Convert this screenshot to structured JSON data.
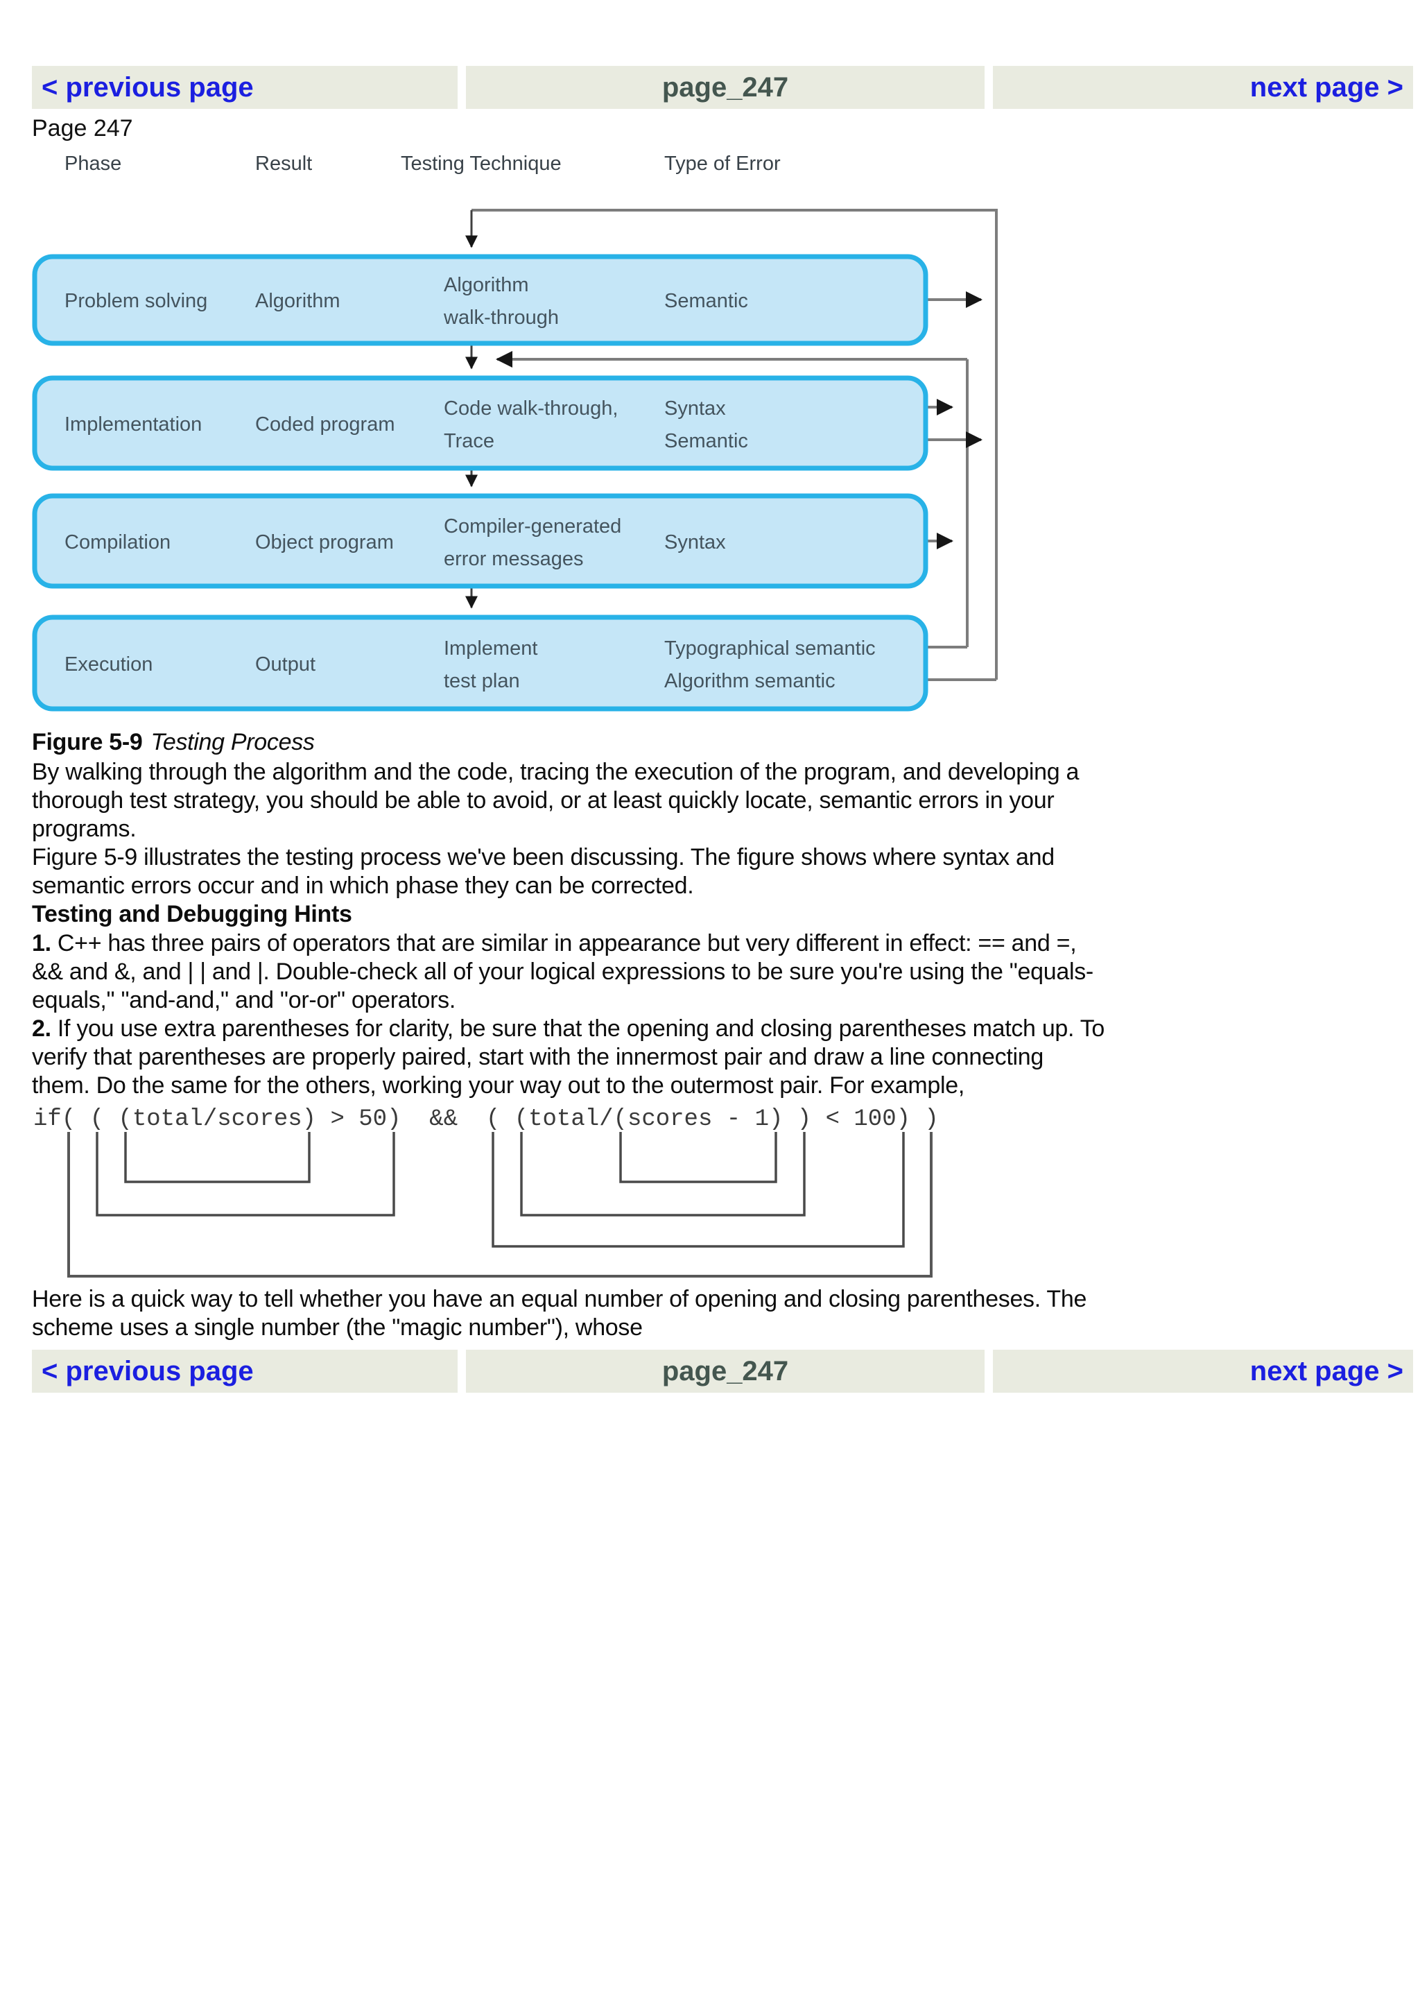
{
  "nav": {
    "previous": "< previous page",
    "page": "page_247",
    "next": "next page >"
  },
  "page_label": "Page 247",
  "figure": {
    "headers": [
      "Phase",
      "Result",
      "Testing Technique",
      "Type of Error"
    ],
    "rows": [
      {
        "phase": "Problem solving",
        "result": "Algorithm",
        "tech1": "Algorithm",
        "tech2": "walk-through",
        "err1": "Semantic",
        "err2": ""
      },
      {
        "phase": "Implementation",
        "result": "Coded program",
        "tech1": "Code walk-through,",
        "tech2": "Trace",
        "err1": "Syntax",
        "err2": "Semantic"
      },
      {
        "phase": "Compilation",
        "result": "Object program",
        "tech1": "Compiler-generated",
        "tech2": "error messages",
        "err1": "Syntax",
        "err2": ""
      },
      {
        "phase": "Execution",
        "result": "Output",
        "tech1": "Implement",
        "tech2": "test plan",
        "err1": "Typographical semantic",
        "err2": "Algorithm semantic"
      }
    ],
    "caption_label": "Figure 5-9",
    "caption_title": "Testing Process",
    "box_fill": "#c5e6f7",
    "box_border": "#28b2e7"
  },
  "body": {
    "para1": [
      "By walking through the algorithm and the code, tracing the execution of the program, and developing a",
      "thorough test strategy, you should be able to avoid, or at least quickly locate, semantic errors in your",
      "programs."
    ],
    "para2": [
      "Figure 5-9 illustrates the testing process we've been discussing. The figure shows where syntax and",
      "semantic errors occur and in which phase they can be corrected."
    ],
    "hints_heading": "Testing and Debugging Hints",
    "hint1_num": "1.",
    "hint1": [
      " C++ has three pairs of operators that are similar in appearance but very different in effect: == and =,",
      "&& and &, and | | and |. Double-check all of your logical expressions to be sure you're using the \"equals-",
      "equals,\" \"and-and,\" and \"or-or\" operators."
    ],
    "hint2_num": "2.",
    "hint2": [
      " If you use extra parentheses for clarity, be sure that the opening and closing parentheses match up. To",
      "verify that parentheses are properly paired, start with the innermost pair and draw a line connecting",
      "them. Do the same for the others, working your way out to the outermost pair. For example,"
    ],
    "code": "if( ( (total/scores) > 50)  &&  ( (total/(scores - 1) ) < 100) )",
    "closing": [
      "Here is a quick way to tell whether you have an equal number of opening and closing parentheses. The",
      "scheme uses a single number (the \"magic number\"), whose"
    ]
  }
}
